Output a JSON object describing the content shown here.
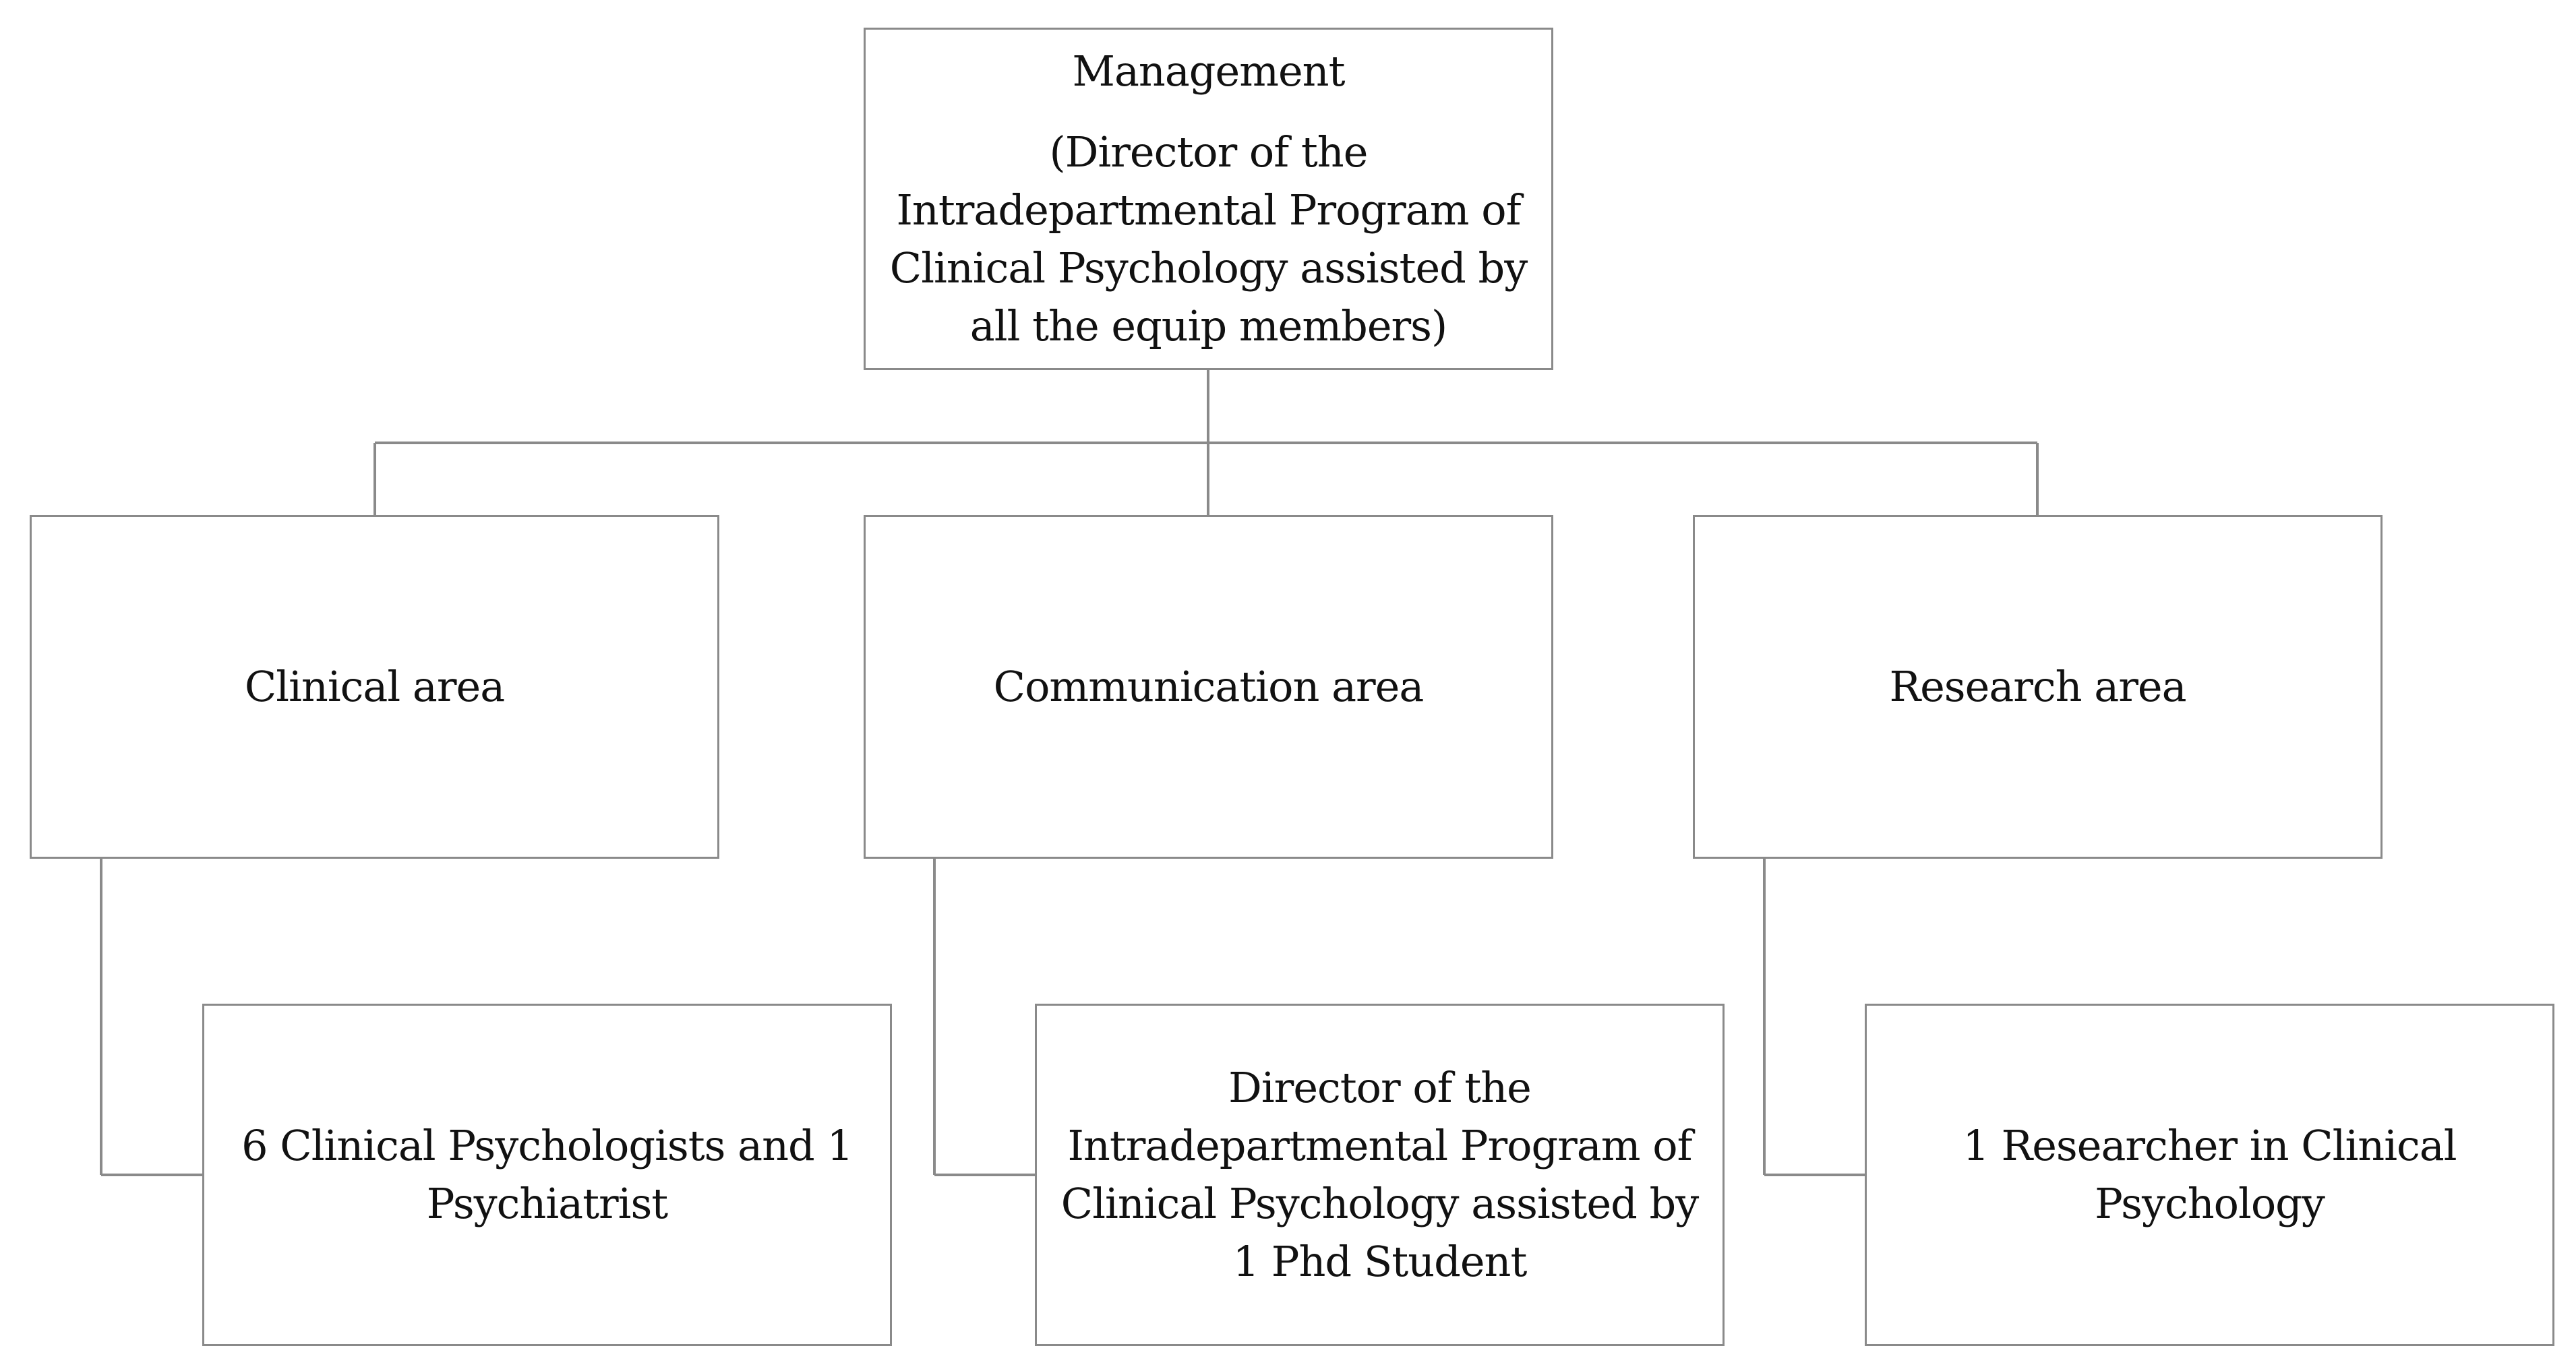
{
  "management": {
    "title": "Management",
    "details": [
      "(Director of the",
      "Intradepartmental Program of",
      "Clinical Psychology assisted by",
      "all the equip members)"
    ]
  },
  "areas": [
    {
      "label": "Clinical area",
      "staff": [
        "6 Clinical Psychologists and 1",
        "Psychiatrist"
      ]
    },
    {
      "label": "Communication area",
      "staff": [
        "Director of the",
        "Intradepartmental Program of",
        "Clinical Psychology assisted by",
        "1 Phd Student"
      ]
    },
    {
      "label": "Research area",
      "staff": [
        "1 Researcher in Clinical",
        "Psychology"
      ]
    }
  ],
  "colors": {
    "border": "#8a8a8a",
    "text": "#111111",
    "background": "#ffffff"
  }
}
